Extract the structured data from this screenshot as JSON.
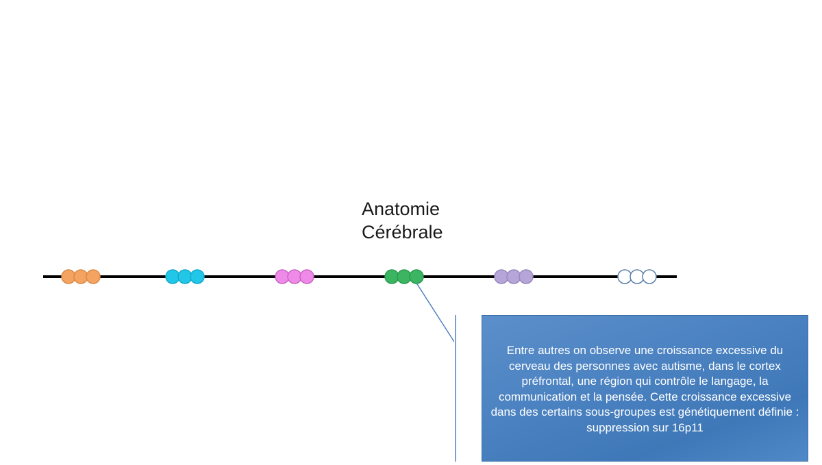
{
  "title": "Anatomie\nCérébrale",
  "callout": {
    "text": "Entre autres on observe une croissance excessive du cerveau des personnes avec autisme, dans le cortex préfrontal, une région qui contrôle le langage, la communication et la pensée. Cette croissance excessive dans des certains sous-groupes est génétiquement définie : suppression sur 16p11"
  },
  "timeline": {
    "line_color": "#000000",
    "groups": [
      {
        "name": "orange",
        "fill": "#f4a460",
        "stroke": "#d98a45"
      },
      {
        "name": "cyan",
        "fill": "#22c7e8",
        "stroke": "#12a9cc"
      },
      {
        "name": "pink",
        "fill": "#f08ae8",
        "stroke": "#c866c2"
      },
      {
        "name": "green",
        "fill": "#3cb562",
        "stroke": "#2a9a4e"
      },
      {
        "name": "lavender",
        "fill": "#b6a6d8",
        "stroke": "#9787bd"
      },
      {
        "name": "white",
        "fill": "#ffffff",
        "stroke": "#5a7fa8"
      }
    ]
  }
}
